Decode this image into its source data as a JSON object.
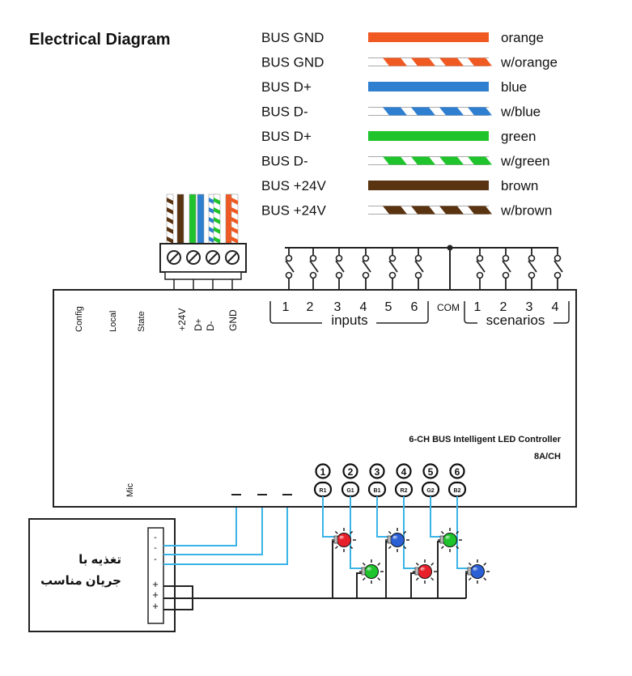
{
  "title": "Electrical Diagram",
  "wire_legend": [
    {
      "bus": "BUS  GND",
      "color_name": "orange",
      "color": "#f05a22",
      "striped": false
    },
    {
      "bus": "BUS GND",
      "color_name": "w/orange",
      "color": "#f05a22",
      "striped": true
    },
    {
      "bus": "BUS  D+",
      "color_name": "blue",
      "color": "#2f7fd0",
      "striped": false
    },
    {
      "bus": "BUS  D-",
      "color_name": "w/blue",
      "color": "#2f7fd0",
      "striped": true
    },
    {
      "bus": "BUS  D+",
      "color_name": "green",
      "color": "#1fc32c",
      "striped": false
    },
    {
      "bus": "BUS  D-",
      "color_name": "w/green",
      "color": "#1fc32c",
      "striped": true
    },
    {
      "bus": "BUS +24V",
      "color_name": "brown",
      "color": "#5a3310",
      "striped": false
    },
    {
      "bus": "BUS +24V",
      "color_name": "w/brown",
      "color": "#5a3310",
      "striped": true
    }
  ],
  "terminals": [
    "+24V",
    "D+",
    "D-",
    "GND"
  ],
  "status_labels": [
    "Config",
    "Local",
    "State"
  ],
  "inputs": {
    "numbers": [
      "1",
      "2",
      "3",
      "4",
      "5",
      "6"
    ],
    "label": "inputs"
  },
  "com_label": "COM",
  "scenarios": {
    "numbers": [
      "1",
      "2",
      "3",
      "4"
    ],
    "label": "scenarios"
  },
  "controller": {
    "name": "6-CH BUS Intelligent LED Controller",
    "rating": "8A/CH"
  },
  "mic_label": "Mic",
  "channels": [
    {
      "num": "1",
      "code": "R1"
    },
    {
      "num": "2",
      "code": "G1"
    },
    {
      "num": "3",
      "code": "B1"
    },
    {
      "num": "4",
      "code": "R2"
    },
    {
      "num": "5",
      "code": "G2"
    },
    {
      "num": "6",
      "code": "B2"
    }
  ],
  "leds": [
    {
      "color": "#e8202a"
    },
    {
      "color": "#1fc32c"
    },
    {
      "color": "#2a5fd6"
    },
    {
      "color": "#e8202a"
    },
    {
      "color": "#1fc32c"
    },
    {
      "color": "#2a5fd6"
    }
  ],
  "power_supply": {
    "line1": "تغذیه با",
    "line2": "جریان مناسب",
    "minus": [
      "-",
      "-",
      "-"
    ],
    "plus": [
      "+",
      "+",
      "+"
    ]
  },
  "colors": {
    "signal_wire": "#3ab4e6",
    "outline": "#222222"
  }
}
